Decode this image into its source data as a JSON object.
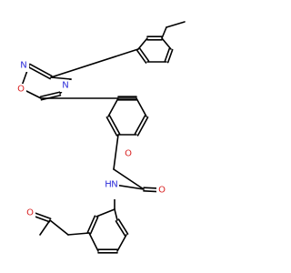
{
  "colors": {
    "bond": "#000000",
    "nitrogen": "#2b2bd9",
    "oxygen": "#d92222",
    "background": "#ffffff"
  },
  "atoms": {
    "oxadiazole_n2": "N",
    "oxadiazole_o1": "O",
    "oxadiazole_n4": "N",
    "ether_o": "O",
    "amide_o": "O",
    "amide_n": "N",
    "amide_h": "H",
    "ketone_o": "O"
  }
}
